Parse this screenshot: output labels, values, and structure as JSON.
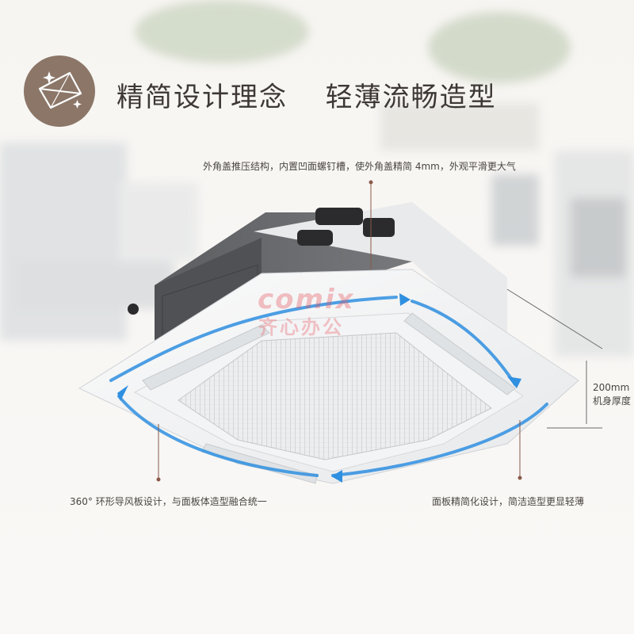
{
  "heading": {
    "title": "精简设计理念",
    "subtitle": "轻薄流畅造型",
    "icon": "diamond-sparkle-icon",
    "badge_color": "#8b7668"
  },
  "annotations": {
    "top": "外角盖推压结构，内置凹面螺钉槽，使外角盖精简 4mm，外观平滑更大气",
    "left": "360° 环形导风板设计，与面板体造型融合统一",
    "right": "面板精简化设计，简洁造型更显轻薄",
    "height_value": "200mm",
    "height_label": "机身厚度"
  },
  "watermark": {
    "brand": "comix",
    "name": "齐心办公"
  },
  "colors": {
    "airflow_arrow": "#2f8fe0",
    "leader_line": "#8a5a4a",
    "text": "#4a4541"
  }
}
